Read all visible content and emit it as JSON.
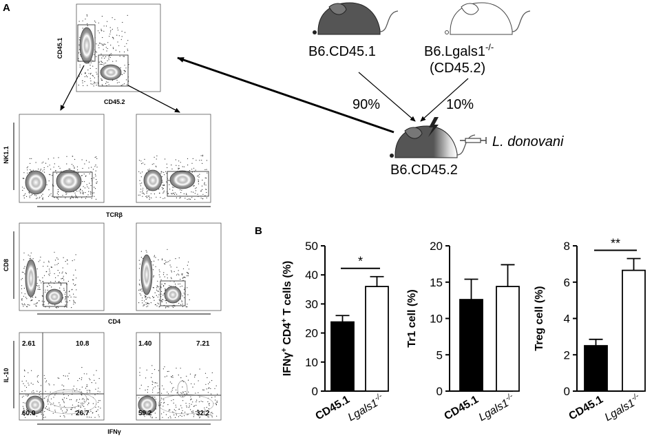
{
  "panel_a": {
    "label": "A",
    "gating": {
      "top": {
        "x_label": "CD45.2",
        "y_label": "CD45.1"
      },
      "row1": {
        "x_label": "TCRβ",
        "y_label": "NK1.1"
      },
      "row2": {
        "x_label": "CD4",
        "y_label": "CD8"
      },
      "row3": {
        "x_label": "IFNγ",
        "y_label": "IL-10",
        "left_quadrants": [
          "2.61",
          "10.8",
          "60.0",
          "26.7"
        ],
        "right_quadrants": [
          "1.40",
          "7.21",
          "59.2",
          "32.2"
        ]
      }
    },
    "schematic": {
      "donor1": "B6.CD45.1",
      "donor2_line1": "B6.Lgals1",
      "donor2_sup": "-/-",
      "donor2_line2": "(CD45.2)",
      "pct1": "90%",
      "pct2": "10%",
      "recipient": "B6.CD45.2",
      "parasite": "L. donovani"
    }
  },
  "panel_b": {
    "label": "B",
    "group1": "CD45.1",
    "group2": "Lgals1",
    "group2_sup": "-/-"
  },
  "colors": {
    "wt_bar": "#000000",
    "ko_bar": "#ffffff",
    "mouse_dark": "#555555",
    "contour": "#8a8a8a"
  },
  "chart_data": [
    {
      "type": "bar",
      "categories": [
        "CD45.1",
        "Lgals1-/-"
      ],
      "values": [
        23.8,
        36.0
      ],
      "errors": [
        2.2,
        3.4
      ],
      "ylabel_part1": "IFNγ",
      "ylabel_part2": "CD4",
      "ylabel_part3": "T cells (%)",
      "ylabel_sup": "+",
      "ylim": [
        0,
        50
      ],
      "yticks": [
        "0",
        "10",
        "20",
        "30",
        "40",
        "50"
      ],
      "significance": "*"
    },
    {
      "type": "bar",
      "categories": [
        "CD45.1",
        "Lgals1-/-"
      ],
      "values": [
        12.6,
        14.4
      ],
      "errors": [
        2.8,
        3.0
      ],
      "ylabel": "Tr1 cell (%)",
      "ylim": [
        0,
        20
      ],
      "yticks": [
        "0",
        "5",
        "10",
        "15",
        "20"
      ],
      "significance": ""
    },
    {
      "type": "bar",
      "categories": [
        "CD45.1",
        "Lgals1-/-"
      ],
      "values": [
        2.5,
        6.65
      ],
      "errors": [
        0.35,
        0.65
      ],
      "ylabel": "Treg cell (%)",
      "ylim": [
        0,
        8
      ],
      "yticks": [
        "0",
        "2",
        "4",
        "6",
        "8"
      ],
      "significance": "**"
    }
  ]
}
